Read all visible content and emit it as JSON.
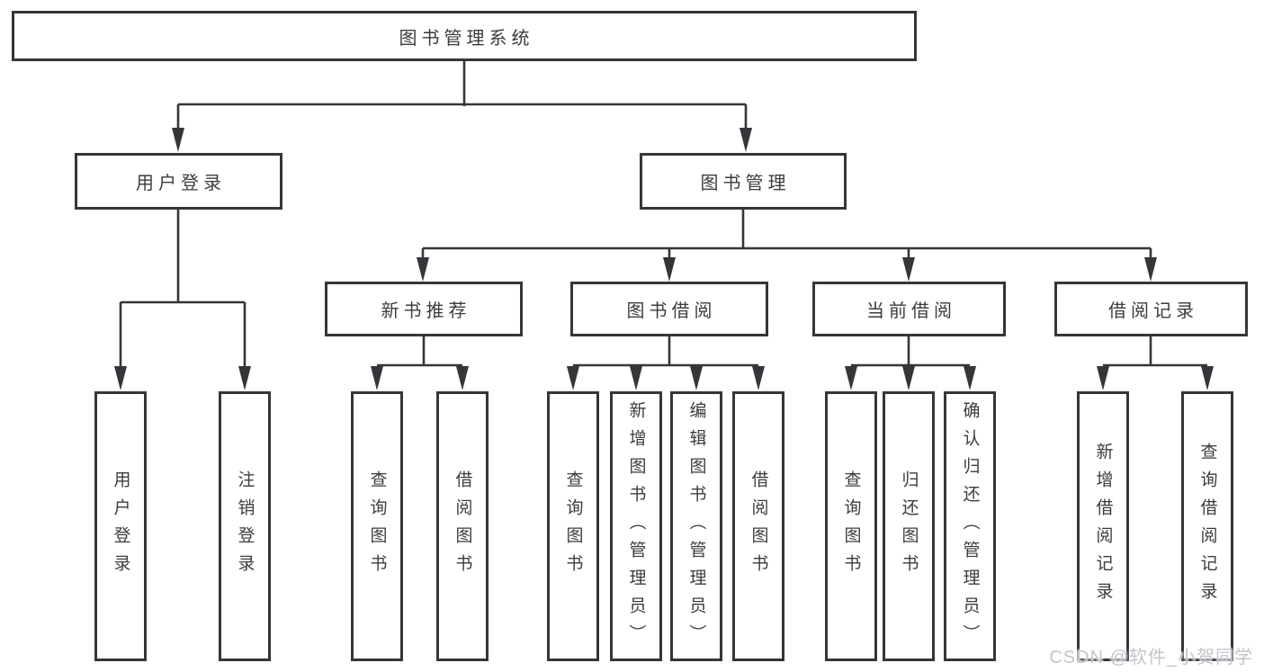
{
  "diagram": {
    "type": "tree",
    "title": "图书管理系统"
  },
  "colors": {
    "line": "#35363a",
    "box_border": "#35363a",
    "text": "#3a3d40",
    "watermark": "#c2c5ca",
    "background": "#ffffff"
  },
  "tree": {
    "root": {
      "label": "图书管理系统",
      "children": [
        {
          "label": "用户登录",
          "children": [
            {
              "label": "用户登录"
            },
            {
              "label": "注销登录"
            }
          ]
        },
        {
          "label": "图书管理",
          "children": [
            {
              "label": "新书推荐",
              "children": [
                {
                  "label": "查询图书"
                },
                {
                  "label": "借阅图书"
                }
              ]
            },
            {
              "label": "图书借阅",
              "children": [
                {
                  "label": "查询图书"
                },
                {
                  "label": "新增图书（管理员）"
                },
                {
                  "label": "编辑图书（管理员）"
                },
                {
                  "label": "借阅图书"
                }
              ]
            },
            {
              "label": "当前借阅",
              "children": [
                {
                  "label": "查询图书"
                },
                {
                  "label": "归还图书"
                },
                {
                  "label": "确认归还（管理员）"
                }
              ]
            },
            {
              "label": "借阅记录",
              "children": [
                {
                  "label": "新增借阅记录"
                },
                {
                  "label": "查询借阅记录"
                }
              ]
            }
          ]
        }
      ]
    }
  },
  "watermark": {
    "text": "CSDN @软件_小贺同学"
  }
}
